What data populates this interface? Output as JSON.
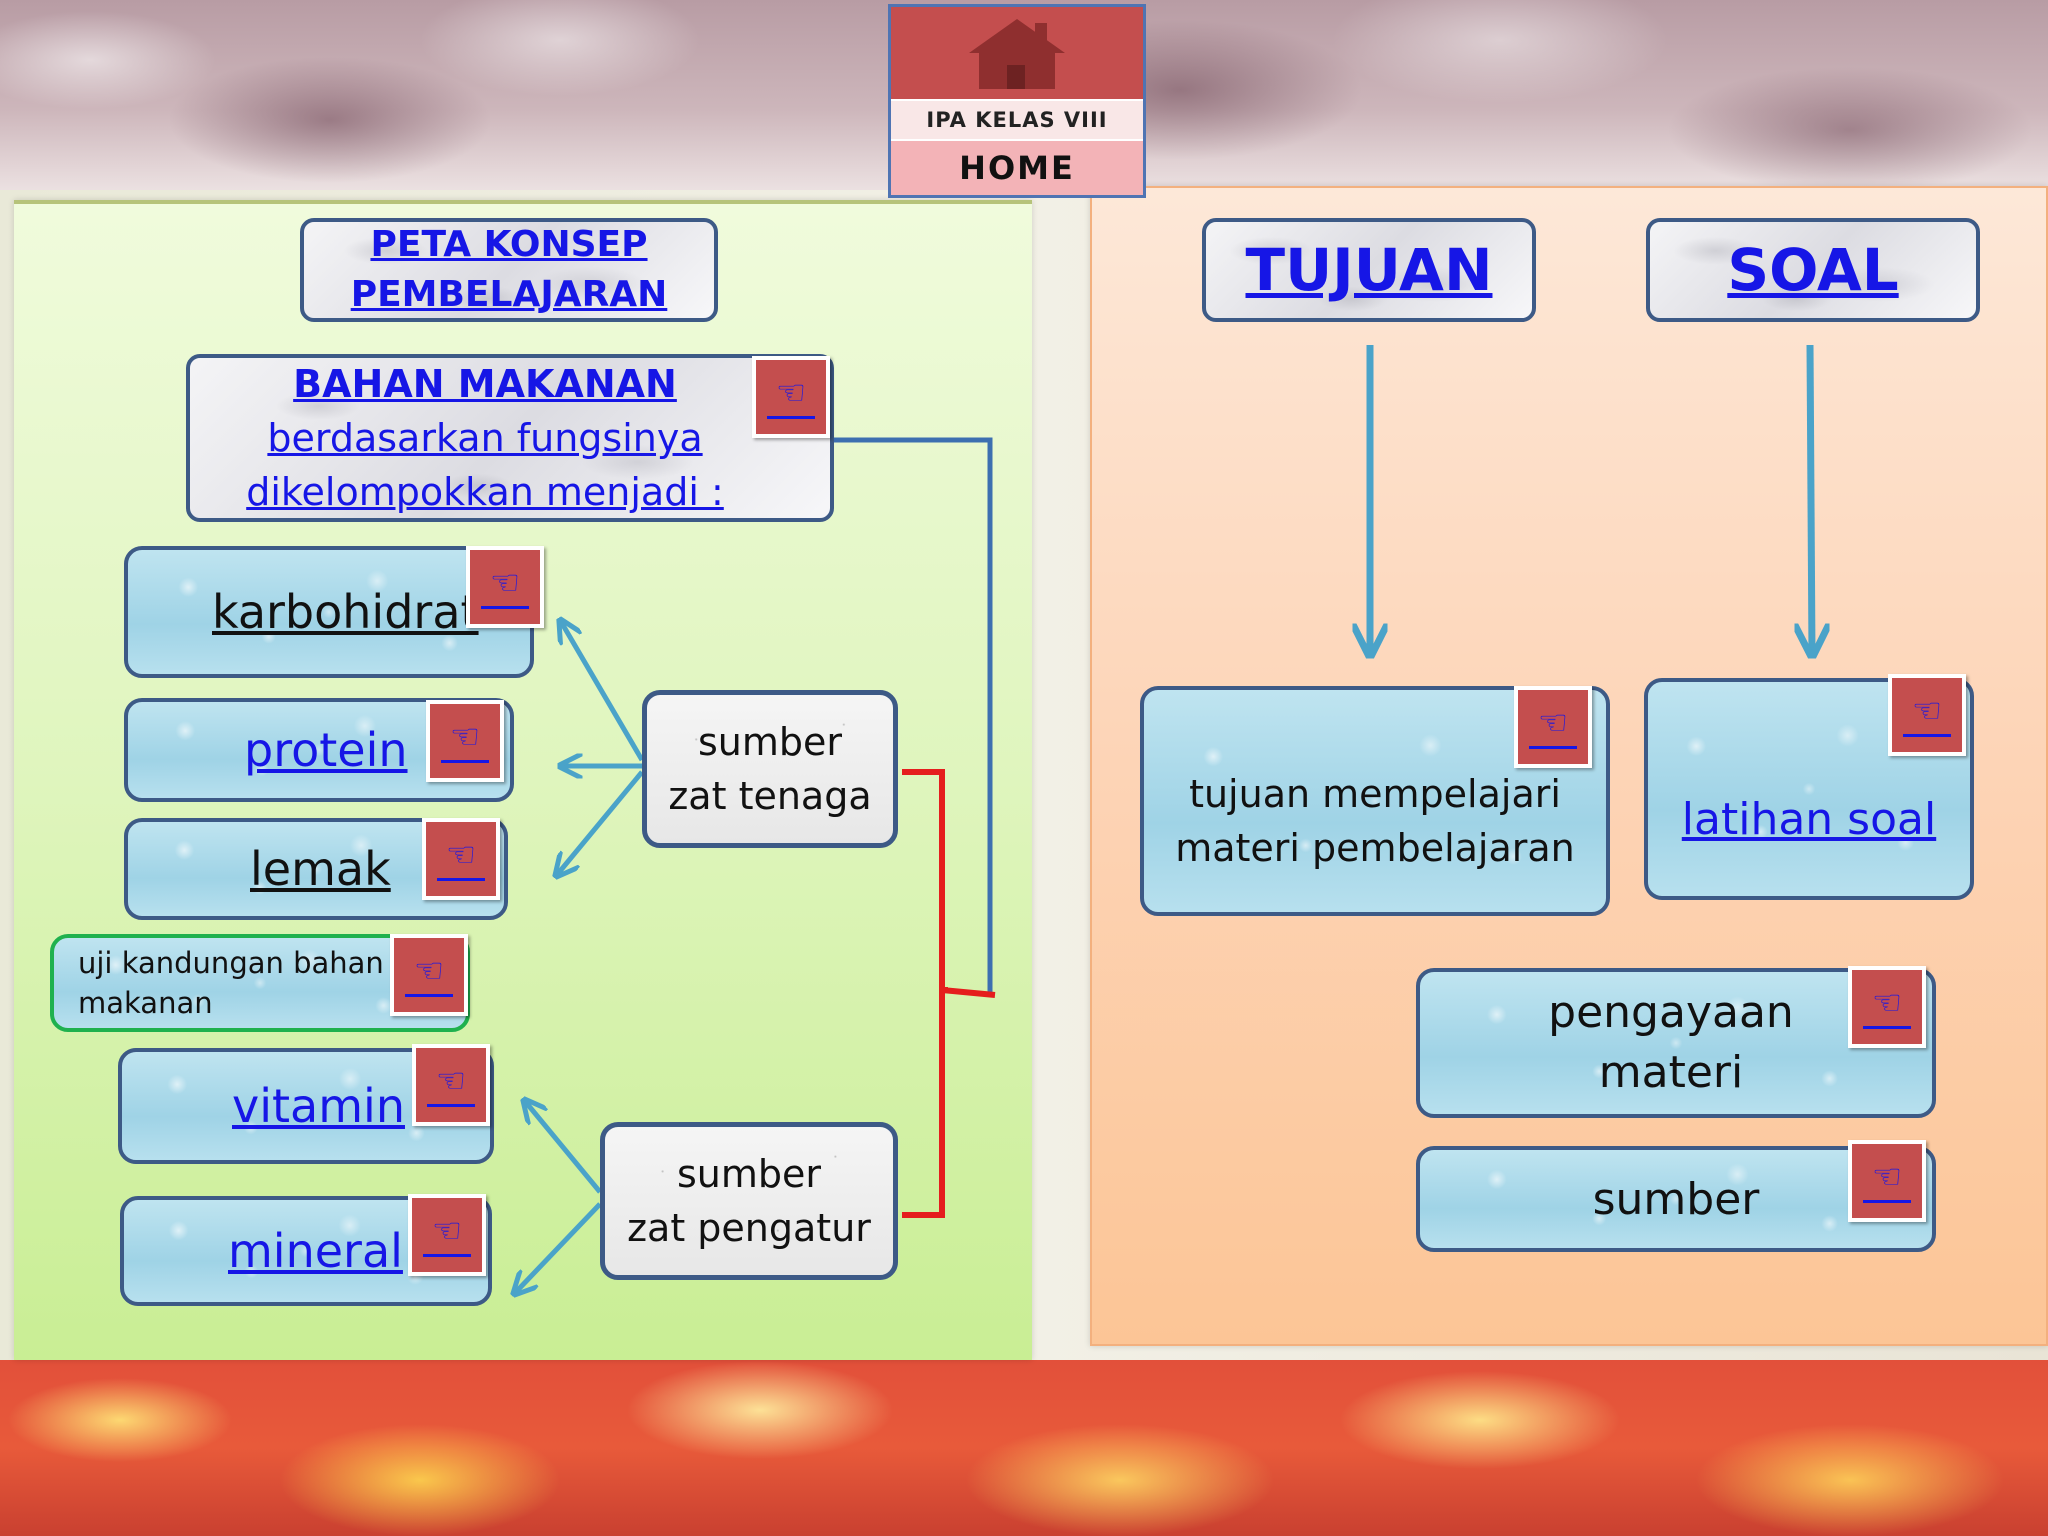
{
  "home": {
    "title": "IPA KELAS VIII",
    "label": "HOME"
  },
  "left": {
    "peta_konsep": [
      "PETA KONSEP",
      "PEMBELAJARAN"
    ],
    "bahan": {
      "title": "BAHAN  MAKANAN",
      "line2": "berdasarkan fungsinya",
      "line3": "dikelompokkan menjadi  :"
    },
    "items": {
      "karbohidrat": "karbohidrat",
      "protein": "protein",
      "lemak": "lemak",
      "uji": [
        "uji kandungan bahan",
        "makanan"
      ],
      "vitamin": "vitamin",
      "mineral": "mineral"
    },
    "sumber_tenaga": [
      "sumber",
      "zat tenaga"
    ],
    "sumber_pengatur": [
      "sumber",
      "zat pengatur"
    ]
  },
  "right": {
    "tujuan": "TUJUAN",
    "soal": "SOAL",
    "tujuan_box": [
      "tujuan mempelajari",
      "materi pembelajaran"
    ],
    "latihan": "latihan soal",
    "pengayaan": [
      "pengayaan",
      "materi"
    ],
    "sumber": "sumber"
  },
  "hand_glyph": "☜",
  "colors": {
    "accent_red": "#c44e4e",
    "link_blue": "#1616e6",
    "arrow_blue": "#4aa3c9",
    "bracket_red": "#e51d1d",
    "frame_blue": "#3d5a86"
  }
}
